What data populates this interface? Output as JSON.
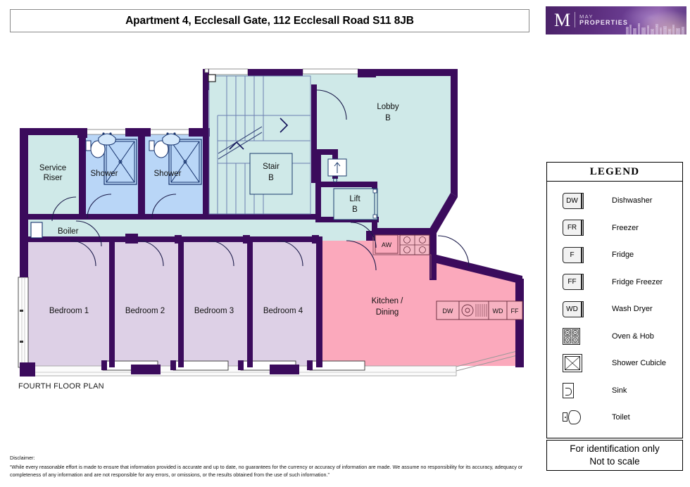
{
  "header": {
    "title": "Apartment 4, Ecclesall Gate, 112 Ecclesall Road S11 8JB",
    "logo": {
      "monogram": "M",
      "line1": "MAY",
      "line2": "PROPERTIES"
    }
  },
  "plan": {
    "floor_label": "FOURTH FLOOR PLAN",
    "rooms": [
      {
        "name": "Service Riser",
        "lines": [
          "Service",
          "Riser"
        ],
        "fill": "#cfe9e8"
      },
      {
        "name": "Shower Room 1",
        "lines": [
          "Shower"
        ],
        "fill": "#b9d6f7"
      },
      {
        "name": "Shower Room 2",
        "lines": [
          "Shower"
        ],
        "fill": "#b9d6f7"
      },
      {
        "name": "Boiler",
        "lines": [
          "Boiler"
        ],
        "fill": "#cfe9e8"
      },
      {
        "name": "Stair B",
        "lines": [
          "Stair",
          "B"
        ],
        "fill": "#cfe9e8"
      },
      {
        "name": "Lift B",
        "lines": [
          "Lift",
          "B"
        ],
        "fill": "#cfe9e8"
      },
      {
        "name": "Lobby B",
        "lines": [
          "Lobby",
          "B"
        ],
        "fill": "#cfe9e8"
      },
      {
        "name": "Bedroom 1",
        "lines": [
          "Bedroom 1"
        ],
        "fill": "#ddd0e6"
      },
      {
        "name": "Bedroom 2",
        "lines": [
          "Bedroom 2"
        ],
        "fill": "#ddd0e6"
      },
      {
        "name": "Bedroom 3",
        "lines": [
          "Bedroom 3"
        ],
        "fill": "#ddd0e6"
      },
      {
        "name": "Bedroom 4",
        "lines": [
          "Bedroom 4"
        ],
        "fill": "#ddd0e6"
      },
      {
        "name": "Kitchen / Dining",
        "lines": [
          "Kitchen /",
          "Dining"
        ],
        "fill": "#fba9bc"
      }
    ],
    "labels": {
      "service_riser_1": "Service",
      "service_riser_2": "Riser",
      "shower_1": "Shower",
      "shower_2": "Shower",
      "boiler": "Boiler",
      "stair_1": "Stair",
      "stair_2": "B",
      "lift_1": "Lift",
      "lift_2": "B",
      "lobby_1": "Lobby",
      "lobby_2": "B",
      "bedroom_1": "Bedroom 1",
      "bedroom_2": "Bedroom 2",
      "bedroom_3": "Bedroom 3",
      "bedroom_4": "Bedroom 4",
      "kitchen_1": "Kitchen /",
      "kitchen_2": "Dining"
    },
    "appliance_tags": {
      "aw": "AW",
      "dw": "DW",
      "wd": "WD",
      "ff": "FF"
    },
    "colors": {
      "wall": "#3b0b5c",
      "lobby_fill": "#cfe9e8",
      "bedroom_fill": "#ddd0e6",
      "kitchen_fill": "#fba9bc",
      "shower_fill": "#b9d6f7",
      "line": "#1b1b5a"
    }
  },
  "legend": {
    "title": "LEGEND",
    "items": [
      {
        "symbol": "DW",
        "type": "appliance-tag",
        "label": "Dishwasher"
      },
      {
        "symbol": "FR",
        "type": "appliance-tag",
        "label": "Freezer"
      },
      {
        "symbol": "F",
        "type": "appliance-tag",
        "label": "Fridge"
      },
      {
        "symbol": "FF",
        "type": "appliance-tag",
        "label": "Fridge Freezer"
      },
      {
        "symbol": "WD",
        "type": "appliance-tag",
        "label": "Wash Dryer"
      },
      {
        "symbol": "",
        "type": "hob-icon",
        "label": "Oven & Hob"
      },
      {
        "symbol": "",
        "type": "shower-cubicle-icon",
        "label": "Shower Cubicle"
      },
      {
        "symbol": "",
        "type": "sink-icon",
        "label": "Sink"
      },
      {
        "symbol": "",
        "type": "toilet-icon",
        "label": "Toilet"
      }
    ],
    "footer_line1": "For identification only",
    "footer_line2": "Not to scale"
  },
  "disclaimer": {
    "title": "Disclaimer:",
    "body": "“While every reasonable effort is made to ensure that information provided is accurate and up to date, no guarantees for the currency or accuracy of information are made. We assume no responsibility for its accuracy, adequacy or completeness of any information and are not responsible for any errors, or omissions, or the results obtained from the use of such information.”"
  }
}
